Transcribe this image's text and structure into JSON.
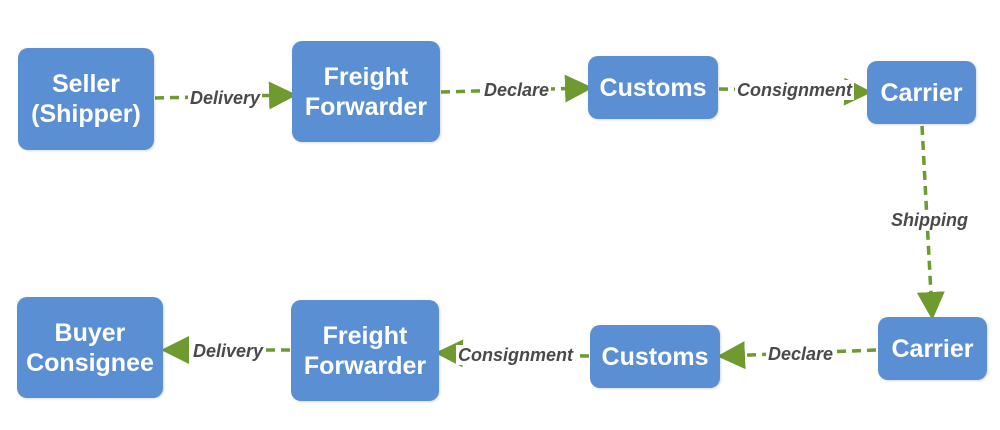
{
  "colors": {
    "node_fill": "#5b8fd4",
    "node_text": "#ffffff",
    "arrow": "#6e9a2f",
    "label_text": "#4a4a4a"
  },
  "nodes": {
    "seller": {
      "line1": "Seller",
      "line2": "(Shipper)"
    },
    "forwarder_top": {
      "line1": "Freight",
      "line2": "Forwarder"
    },
    "customs_top": "Customs",
    "carrier_top": "Carrier",
    "carrier_bottom": "Carrier",
    "customs_bottom": "Customs",
    "forwarder_bottom": {
      "line1": "Freight",
      "line2": "Forwarder"
    },
    "buyer": {
      "line1": "Buyer",
      "line2": "Consignee"
    }
  },
  "edges": {
    "delivery_top": "Delivery",
    "declare_top": "Declare",
    "consignment_top": "Consignment",
    "shipping": "Shipping",
    "declare_bottom": "Declare",
    "consignment_bottom": "Consignment",
    "delivery_bottom": "Delivery"
  }
}
